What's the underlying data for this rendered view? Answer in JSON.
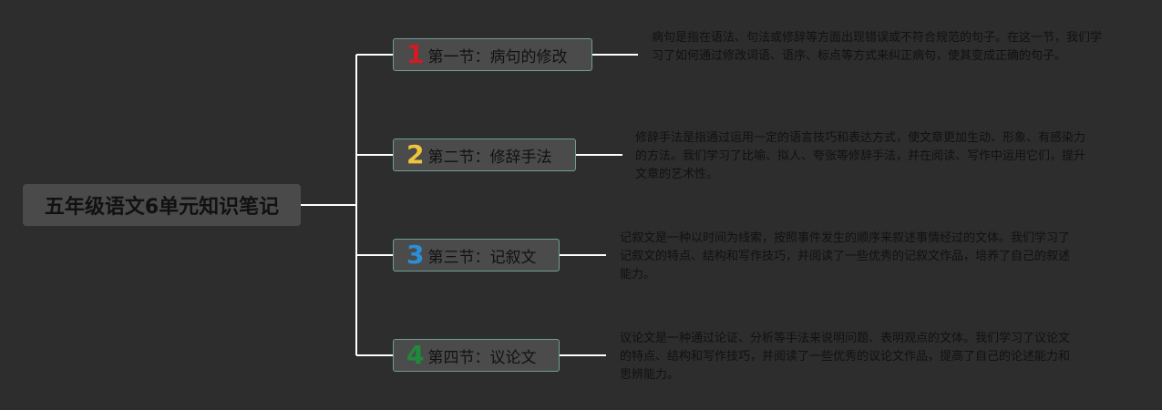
{
  "root": {
    "title": "五年级语文6单元知识笔记"
  },
  "sections": [
    {
      "number": "1",
      "number_color": "#d01c24",
      "label": "第一节：病句的修改",
      "description": "病句是指在语法、句法或修辞等方面出现错误或不符合规范的句子。在这一节，我们学习了如何通过修改词语、语序、标点等方式来纠正病句，使其变成正确的句子。"
    },
    {
      "number": "2",
      "number_color": "#f0c53b",
      "label": "第二节：修辞手法",
      "description": "修辞手法是指通过运用一定的语言技巧和表达方式，使文章更加生动、形象、有感染力的方法。我们学习了比喻、拟人、夸张等修辞手法，并在阅读、写作中运用它们，提升文章的艺术性。"
    },
    {
      "number": "3",
      "number_color": "#2a8fd6",
      "label": "第三节：记叙文",
      "description": "记叙文是一种以时间为线索，按照事件发生的顺序来叙述事情经过的文体。我们学习了记叙文的特点、结构和写作技巧，并阅读了一些优秀的记叙文作品，培养了自己的叙述能力。"
    },
    {
      "number": "4",
      "number_color": "#1e8a3c",
      "label": "第四节：议论文",
      "description": "议论文是一种通过论证、分析等手法来说明问题、表明观点的文体。我们学习了议论文的特点、结构和写作技巧，并阅读了一些优秀的议论文作品，提高了自己的论述能力和思辨能力。"
    }
  ],
  "colors": {
    "background": "#2d2d2d",
    "node_fill": "#4b4b4b",
    "node_border": "#6f9e94",
    "connector": "#ffffff",
    "text": "#111111"
  }
}
